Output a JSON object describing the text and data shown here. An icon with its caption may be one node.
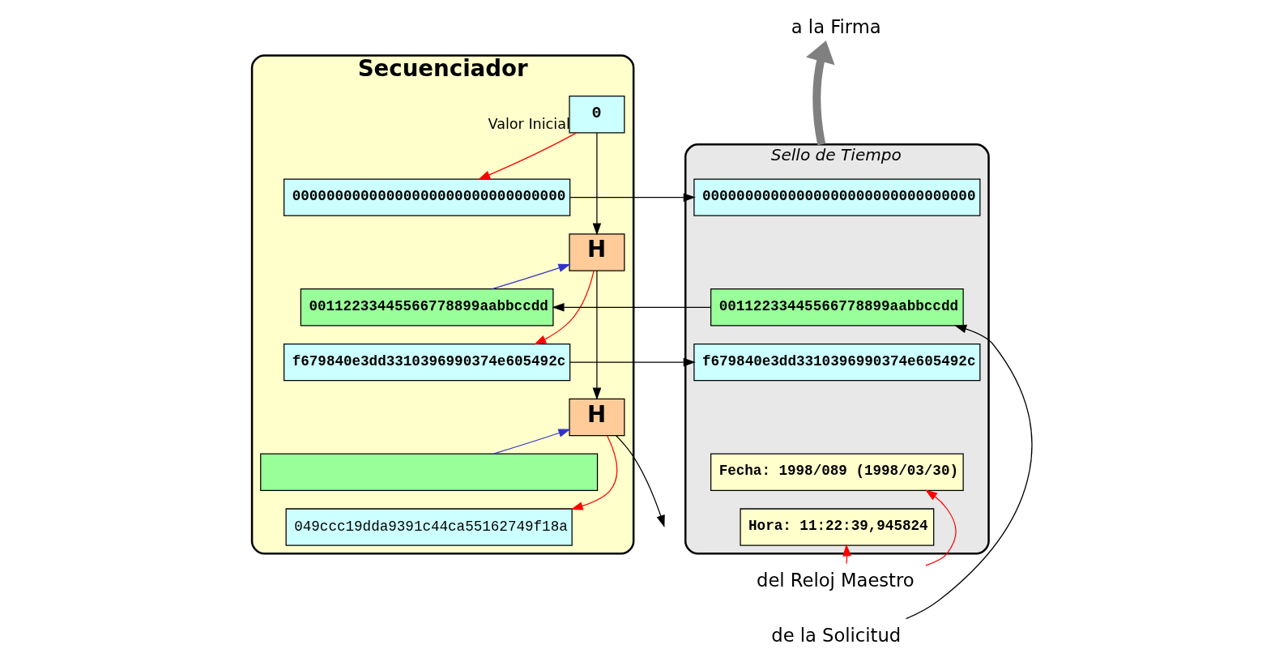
{
  "diagram": {
    "nodes": [
      {
        "text": [
          "Secuenciador"
        ]
      },
      {
        "text": [
          "0"
        ],
        "in": 0,
        "beside": [
          "Valor Inicial"
        ]
      },
      {
        "text": [
          "H"
        ],
        "in": 0
      },
      {
        "text": [
          "H"
        ],
        "in": 0
      },
      {
        "text": [
          "00000000000000000000000000000000"
        ],
        "in": 0
      },
      {
        "text": [
          "00112233445566778899aabbccdd"
        ],
        "in": 0
      },
      {
        "text": [
          "f679840e3dd3310396990374e605492c"
        ],
        "in": 0
      },
      {
        "text": [],
        "shape": "box",
        "in": 0
      },
      {
        "text": [
          "049ccc19dda9391c44ca55162749f18a"
        ],
        "in": 0
      },
      {
        "text": [
          "Sello de Tiempo"
        ]
      },
      {
        "text": [
          "00000000000000000000000000000000"
        ],
        "in": 9
      },
      {
        "text": [
          "00112233445566778899aabbccdd"
        ],
        "in": 9
      },
      {
        "text": [
          "f679840e3dd3310396990374e605492c"
        ],
        "in": 9
      },
      {
        "text": [
          "Fecha: 1998/089 (1998/03/30)"
        ],
        "in": 9
      },
      {
        "text": [
          "Hora: 11:22:39,945824"
        ],
        "in": 9
      },
      {
        "text": [
          "a la Firma"
        ]
      },
      {
        "text": [
          "del Reloj Maestro"
        ]
      },
      {
        "text": [
          "de la Solicitud"
        ]
      }
    ],
    "edges": [
      {
        "from": 1,
        "to": 2,
        "arrow": "to"
      },
      {
        "from": 2,
        "to": 3,
        "arrow": "to"
      },
      {
        "from": 3,
        "to": null,
        "arrow": "to"
      },
      {
        "from": 1,
        "to": 4,
        "arrow": "to",
        "color": "#ff0000"
      },
      {
        "from": 5,
        "to": 2,
        "arrow": "to",
        "color": "#3333cc"
      },
      {
        "from": 2,
        "to": 6,
        "arrow": "to",
        "color": "#ff0000"
      },
      {
        "from": 7,
        "to": 3,
        "arrow": "to",
        "color": "#3333cc"
      },
      {
        "from": 3,
        "to": 8,
        "arrow": "to",
        "color": "#ff0000"
      },
      {
        "from": 4,
        "to": 10,
        "arrow": "to"
      },
      {
        "from": 11,
        "to": 5,
        "arrow": "to"
      },
      {
        "from": 6,
        "to": 12,
        "arrow": "to"
      },
      {
        "from": 9,
        "to": 15,
        "arrow": "to",
        "style": "thick",
        "color": "#808080"
      },
      {
        "from": 16,
        "to": 14,
        "arrow": "to",
        "color": "#ff0000"
      },
      {
        "from": 16,
        "to": 13,
        "arrow": "to",
        "color": "#ff0000"
      },
      {
        "from": 17,
        "to": 11,
        "arrow": "to"
      }
    ]
  }
}
